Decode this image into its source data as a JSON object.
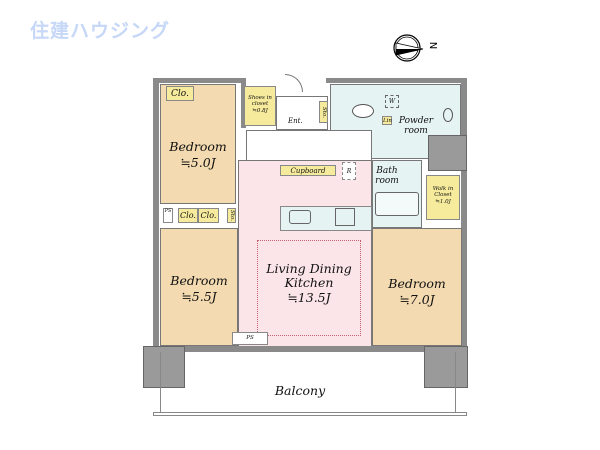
{
  "logo": "住建ハウジング",
  "compass": {
    "label": "N"
  },
  "rooms": {
    "bedroom_a": {
      "name": "Bedroom",
      "size": "≒5.0J"
    },
    "bedroom_b": {
      "name": "Bedroom",
      "size": "≒5.5J"
    },
    "bedroom_c": {
      "name": "Bedroom",
      "size": "≒7.0J"
    },
    "ldk": {
      "name_line1": "Living Dining",
      "name_line2": "Kitchen",
      "size": "≒13.5J"
    },
    "powder": {
      "line1": "Powder",
      "line2": "room"
    },
    "bath": {
      "line1": "Bath",
      "line2": "room"
    },
    "balcony": "Balcony",
    "shoes_closet": {
      "line1": "Shoes in",
      "line2": "closet",
      "line3": "≒0.8J"
    },
    "walk_in_closet": {
      "line1": "Walk in",
      "line2": "Closet",
      "line3": "≒1.0J"
    },
    "entrance": "Ent.",
    "cupboard": "Cupboard",
    "fridge": "R",
    "washer": "W",
    "linen": "Lin",
    "storage": "Sto.",
    "closet": "Clo.",
    "pipe_space": "PS"
  }
}
